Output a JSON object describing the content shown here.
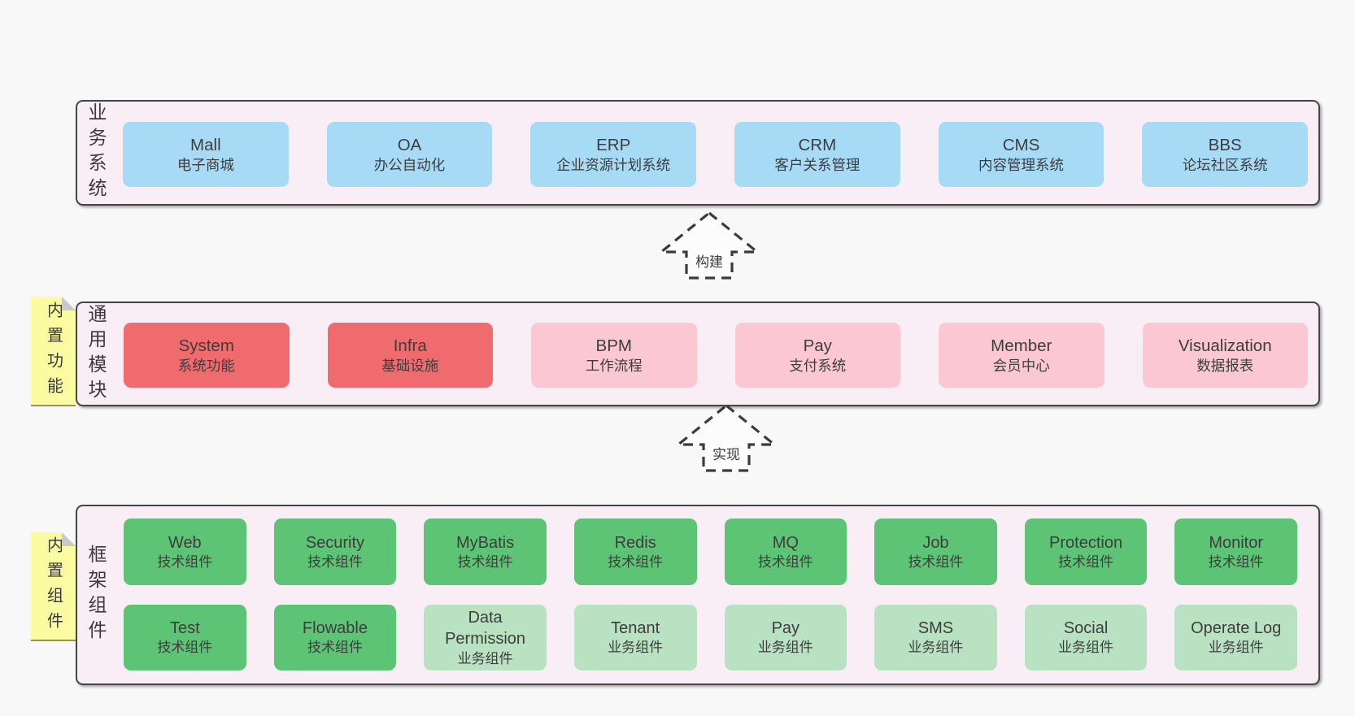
{
  "page": {
    "background": "#f8f8f8"
  },
  "colors": {
    "blue": "#a7daf5",
    "red": "#f06b6e",
    "pink": "#fbc8d2",
    "green": "#5ec475",
    "green_light": "#b9e2c3",
    "panel_bg": "#f9edf6",
    "panel_border": "#454545",
    "tag_yellow": "#fbfba1",
    "tag_fold_gray": "#c9c9c9",
    "text": "#3d3d3d"
  },
  "sections": {
    "business": {
      "label": "业务系统",
      "items": [
        {
          "en": "Mall",
          "zh": "电子商城",
          "variant": "blue"
        },
        {
          "en": "OA",
          "zh": "办公自动化",
          "variant": "blue"
        },
        {
          "en": "ERP",
          "zh": "企业资源计划系统",
          "variant": "blue"
        },
        {
          "en": "CRM",
          "zh": "客户关系管理",
          "variant": "blue"
        },
        {
          "en": "CMS",
          "zh": "内容管理系统",
          "variant": "blue"
        },
        {
          "en": "BBS",
          "zh": "论坛社区系统",
          "variant": "blue"
        }
      ]
    },
    "arrow_build": {
      "label": "构建"
    },
    "modules": {
      "tag": "内置功能",
      "label": "通用模块",
      "items": [
        {
          "en": "System",
          "zh": "系统功能",
          "variant": "red"
        },
        {
          "en": "Infra",
          "zh": "基础设施",
          "variant": "red"
        },
        {
          "en": "BPM",
          "zh": "工作流程",
          "variant": "pink"
        },
        {
          "en": "Pay",
          "zh": "支付系统",
          "variant": "pink"
        },
        {
          "en": "Member",
          "zh": "会员中心",
          "variant": "pink"
        },
        {
          "en": "Visualization",
          "zh": "数据报表",
          "variant": "pink"
        }
      ]
    },
    "arrow_implement": {
      "label": "实现"
    },
    "components": {
      "tag": "内置组件",
      "label": "框架组件",
      "rows": [
        [
          {
            "en": "Web",
            "zh": "技术组件",
            "variant": "green"
          },
          {
            "en": "Security",
            "zh": "技术组件",
            "variant": "green"
          },
          {
            "en": "MyBatis",
            "zh": "技术组件",
            "variant": "green"
          },
          {
            "en": "Redis",
            "zh": "技术组件",
            "variant": "green"
          },
          {
            "en": "MQ",
            "zh": "技术组件",
            "variant": "green"
          },
          {
            "en": "Job",
            "zh": "技术组件",
            "variant": "green"
          },
          {
            "en": "Protection",
            "zh": "技术组件",
            "variant": "green"
          },
          {
            "en": "Monitor",
            "zh": "技术组件",
            "variant": "green"
          }
        ],
        [
          {
            "en": "Test",
            "zh": "技术组件",
            "variant": "green"
          },
          {
            "en": "Flowable",
            "zh": "技术组件",
            "variant": "green"
          },
          {
            "en": "Data Permission",
            "zh": "业务组件",
            "variant": "green_light"
          },
          {
            "en": "Tenant",
            "zh": "业务组件",
            "variant": "green_light"
          },
          {
            "en": "Pay",
            "zh": "业务组件",
            "variant": "green_light"
          },
          {
            "en": "SMS",
            "zh": "业务组件",
            "variant": "green_light"
          },
          {
            "en": "Social",
            "zh": "业务组件",
            "variant": "green_light"
          },
          {
            "en": "Operate Log",
            "zh": "业务组件",
            "variant": "green_light"
          }
        ]
      ]
    }
  }
}
